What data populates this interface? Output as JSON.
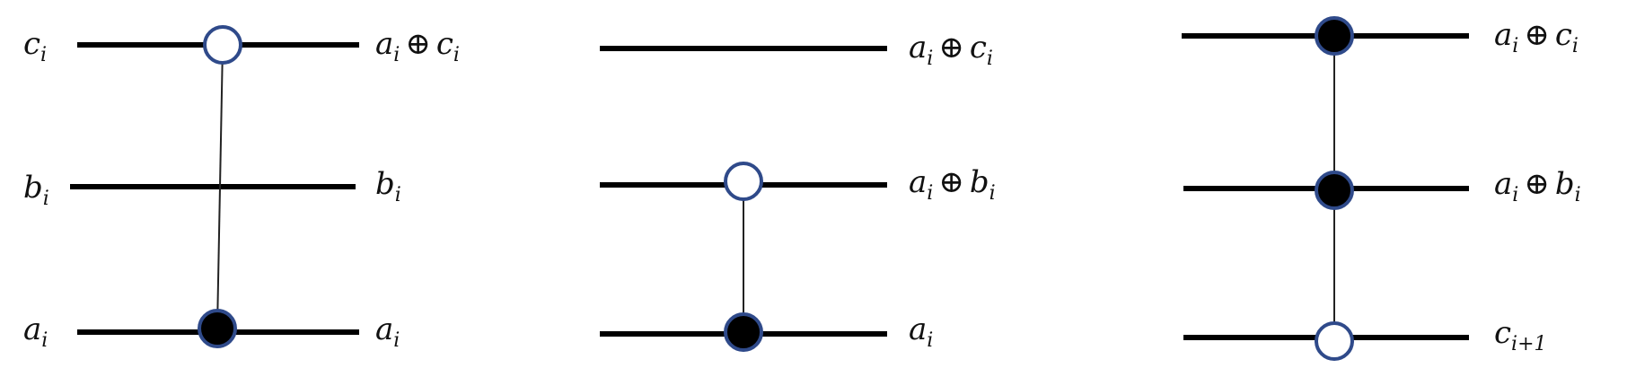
{
  "panels": [
    {
      "input_labels": [
        {
          "base": "c",
          "sub": "i"
        },
        {
          "base": "b",
          "sub": "i"
        },
        {
          "base": "a",
          "sub": "i"
        }
      ],
      "output_labels": [
        {
          "a": "a",
          "a_sub": "i",
          "op": "⊕",
          "b": "c",
          "b_sub": "i"
        },
        {
          "base": "b",
          "sub": "i"
        },
        {
          "base": "a",
          "sub": "i"
        }
      ],
      "controls": [
        "open",
        "solid"
      ]
    },
    {
      "output_labels": [
        {
          "a": "a",
          "a_sub": "i",
          "op": "⊕",
          "b": "c",
          "b_sub": "i"
        },
        {
          "a": "a",
          "a_sub": "i",
          "op": "⊕",
          "b": "b",
          "b_sub": "i"
        },
        {
          "base": "a",
          "sub": "i"
        }
      ],
      "controls": [
        "open",
        "solid"
      ]
    },
    {
      "output_labels": [
        {
          "a": "a",
          "a_sub": "i",
          "op": "⊕",
          "b": "c",
          "b_sub": "i"
        },
        {
          "a": "a",
          "a_sub": "i",
          "op": "⊕",
          "b": "b",
          "b_sub": "i"
        },
        {
          "base": "c",
          "sub": "i+1"
        }
      ],
      "controls": [
        "solid",
        "solid",
        "open"
      ]
    }
  ]
}
